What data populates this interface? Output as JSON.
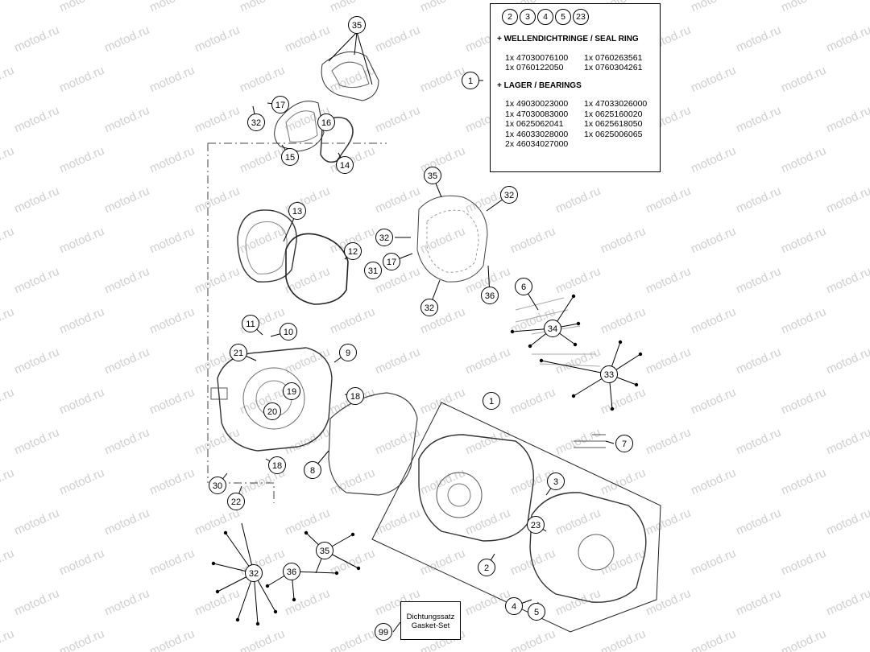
{
  "watermark": "motod.ru",
  "info_box": {
    "circles": [
      "2",
      "3",
      "4",
      "5",
      "23"
    ],
    "callout": "1",
    "section1": "+ WELLENDICHTRINGE / SEAL RING",
    "seal_rings": [
      "1x 47030076100",
      "1x 0760263561",
      "1x 0760122050",
      "1x 0760304261"
    ],
    "section2": "+ LAGER / BEARINGS",
    "bearings": [
      "1x 49030023000",
      "1x 47033026000",
      "1x 47030083000",
      "1x 0625160020",
      "1x 0625062041",
      "1x 0625618050",
      "1x 46033028000",
      "1x 0625006065",
      "2x 46034027000"
    ]
  },
  "gasket_set": {
    "callout": "99",
    "line1": "Dichtungssatz",
    "line2": "Gasket-Set"
  },
  "callouts": [
    {
      "id": "c35a",
      "label": "35"
    },
    {
      "id": "c17a",
      "label": "17"
    },
    {
      "id": "c32a",
      "label": "32"
    },
    {
      "id": "c16",
      "label": "16"
    },
    {
      "id": "c15",
      "label": "15"
    },
    {
      "id": "c14",
      "label": "14"
    },
    {
      "id": "c13",
      "label": "13"
    },
    {
      "id": "c12",
      "label": "12"
    },
    {
      "id": "c11",
      "label": "11"
    },
    {
      "id": "c10",
      "label": "10"
    },
    {
      "id": "c21",
      "label": "21"
    },
    {
      "id": "c9",
      "label": "9"
    },
    {
      "id": "c19",
      "label": "19"
    },
    {
      "id": "c18a",
      "label": "18"
    },
    {
      "id": "c20",
      "label": "20"
    },
    {
      "id": "c18b",
      "label": "18"
    },
    {
      "id": "c8",
      "label": "8"
    },
    {
      "id": "c30",
      "label": "30"
    },
    {
      "id": "c22",
      "label": "22"
    },
    {
      "id": "c35b",
      "label": "35"
    },
    {
      "id": "c32b",
      "label": "32"
    },
    {
      "id": "c32c",
      "label": "32"
    },
    {
      "id": "c17b",
      "label": "17"
    },
    {
      "id": "c31",
      "label": "31"
    },
    {
      "id": "c36a",
      "label": "36"
    },
    {
      "id": "c32d",
      "label": "32"
    },
    {
      "id": "c6",
      "label": "6"
    },
    {
      "id": "c34",
      "label": "34"
    },
    {
      "id": "c33",
      "label": "33"
    },
    {
      "id": "c1",
      "label": "1"
    },
    {
      "id": "c7",
      "label": "7"
    },
    {
      "id": "c3",
      "label": "3"
    },
    {
      "id": "c23",
      "label": "23"
    },
    {
      "id": "c2",
      "label": "2"
    },
    {
      "id": "c4",
      "label": "4"
    },
    {
      "id": "c5",
      "label": "5"
    },
    {
      "id": "c35c",
      "label": "35"
    },
    {
      "id": "c32e",
      "label": "32"
    },
    {
      "id": "c36b",
      "label": "36"
    }
  ]
}
